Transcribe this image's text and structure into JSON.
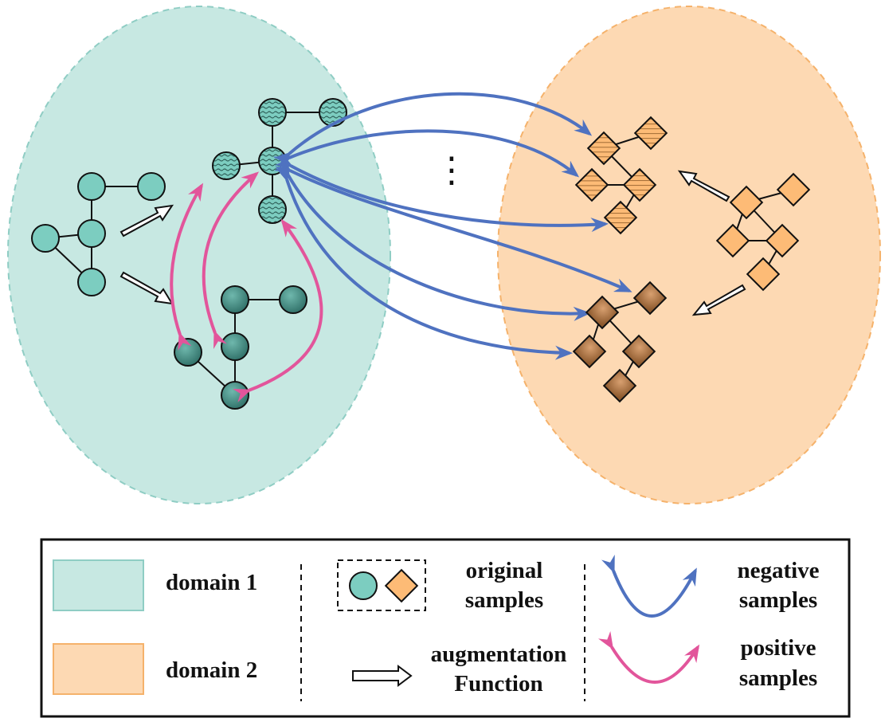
{
  "domains": [
    {
      "label": "domain 1",
      "fill": "#c7e8e2",
      "stroke": "#8fcdc4"
    },
    {
      "label": "domain 2",
      "fill": "#fdd9b3",
      "stroke": "#f5b26b"
    }
  ],
  "colors": {
    "teal_node": "#7ccdc0",
    "orange_node": "#fdbb76",
    "brown_node": "#bf8a5a",
    "dark_teal_node": "#3f8a80",
    "negative_arrow": "#4f72c0",
    "positive_arrow": "#e2559b"
  },
  "ellipsis": "⋮",
  "legend": {
    "domain1": "domain 1",
    "domain2": "domain 2",
    "original_line1": "original",
    "original_line2": "samples",
    "augmentation_line1": "augmentation",
    "augmentation_line2": "Function",
    "negative_line1": "negative",
    "negative_line2": "samples",
    "positive_line1": "positive",
    "positive_line2": "samples"
  }
}
